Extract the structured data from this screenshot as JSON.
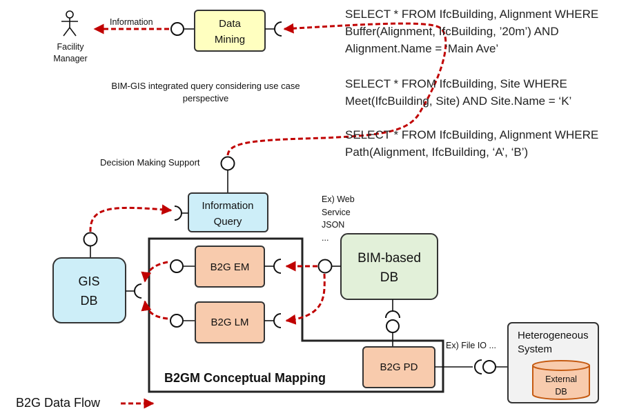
{
  "actor": {
    "line1": "Facility",
    "line2": "Manager"
  },
  "labels": {
    "information": "Information",
    "integrated_query_1": "BIM-GIS integrated query considering use case",
    "integrated_query_2": "perspective",
    "decision_support": "Decision Making Support",
    "web_service": [
      "Ex) Web",
      "Service",
      "JSON",
      "..."
    ],
    "file_io": "Ex) File IO ...",
    "b2gm_title": "B2GM Conceptual Mapping",
    "legend": "B2G Data Flow"
  },
  "boxes": {
    "data_mining": [
      "Data",
      "Mining"
    ],
    "information_query": [
      "Information",
      "Query"
    ],
    "gis_db": [
      "GIS",
      "DB"
    ],
    "b2g_em": "B2G EM",
    "b2g_lm": "B2G LM",
    "bim_db": [
      "BIM-based",
      "DB"
    ],
    "b2g_pd": "B2G PD",
    "heterogeneous": [
      "Heterogeneous",
      "System"
    ],
    "external_db": [
      "External",
      "DB"
    ]
  },
  "sql": [
    "SELECT * FROM IfcBuilding, Alignment WHERE",
    "Buffer(Alignment,  IfcBuilding, ’20m’) AND",
    "Alignment.Name = ‘Main Ave’",
    "SELECT * FROM IfcBuilding, Site WHERE",
    "Meet(IfcBuilding, Site) AND Site.Name = ‘K’",
    "SELECT * FROM IfcBuilding, Alignment WHERE",
    "Path(Alignment, IfcBuilding, ‘A’, ‘B’)"
  ],
  "colors": {
    "flow": "#c00000",
    "yellow": "#ffffc0",
    "blue": "#cdeef8",
    "orange": "#f8cbad",
    "green": "#e2f0d9",
    "grey": "#f2f2f2"
  },
  "icons": [
    "person-icon",
    "provided-interface-icon",
    "required-interface-icon",
    "arrowhead-icon",
    "cylinder-icon"
  ]
}
